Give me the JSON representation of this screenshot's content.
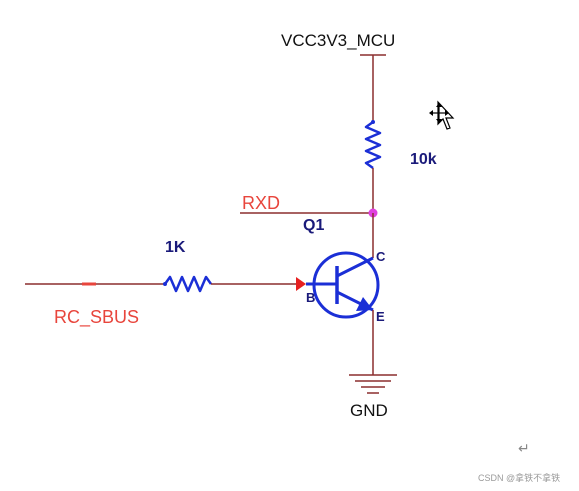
{
  "power": {
    "vcc_label": "VCC3V3_MCU",
    "gnd_label": "GND"
  },
  "nets": {
    "rxd_label": "RXD",
    "rc_sbus_label": "RC_SBUS"
  },
  "resistors": {
    "pullup_value": "10k",
    "base_value": "1K"
  },
  "transistor": {
    "designator": "Q1",
    "pin_c": "C",
    "pin_b": "B",
    "pin_e": "E"
  },
  "colors": {
    "wire": "#8b2e2e",
    "component": "#1b2fd6",
    "junction": "#e040e0",
    "net_label": "#e8453c",
    "arrow": "#e62020",
    "value_text": "#1a1a7a"
  },
  "icons": {
    "cursor": "move-cursor-icon",
    "paragraph": "paragraph-return-icon"
  },
  "misc": {
    "paragraph_mark": "↵",
    "watermark": "CSDN @拿铁不拿铁"
  }
}
